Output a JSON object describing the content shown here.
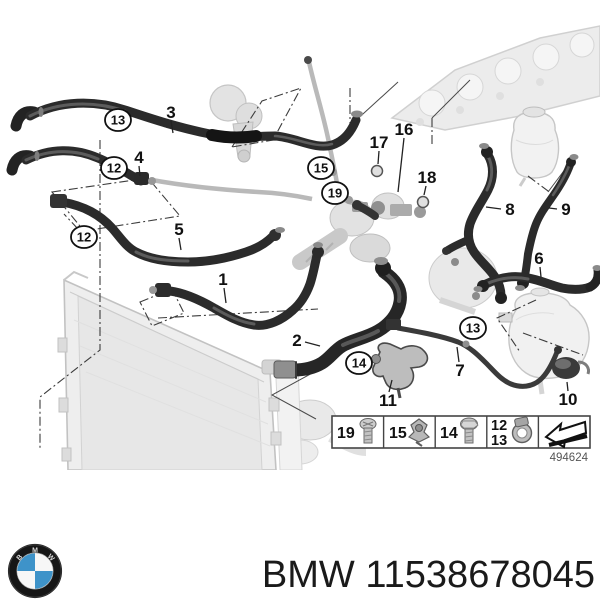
{
  "page": {
    "background": "#ffffff"
  },
  "diagram": {
    "type": "parts-exploded-diagram",
    "subject": "cooling system hoses",
    "drawing_number": "494624",
    "callouts": {
      "plain": [
        {
          "n": "3"
        },
        {
          "n": "4"
        },
        {
          "n": "5"
        },
        {
          "n": "1"
        },
        {
          "n": "2"
        },
        {
          "n": "16"
        },
        {
          "n": "17"
        },
        {
          "n": "18"
        },
        {
          "n": "8"
        },
        {
          "n": "9"
        },
        {
          "n": "6"
        },
        {
          "n": "7"
        },
        {
          "n": "11"
        },
        {
          "n": "10"
        }
      ],
      "circled": [
        {
          "n": "13"
        },
        {
          "n": "12"
        },
        {
          "n": "12"
        },
        {
          "n": "15"
        },
        {
          "n": "19"
        },
        {
          "n": "14"
        },
        {
          "n": "13"
        }
      ]
    },
    "legend": {
      "cells": [
        {
          "labels": [
            "19"
          ],
          "icon": "pan-head-screw-icon"
        },
        {
          "labels": [
            "15"
          ],
          "icon": "expander-clip-icon"
        },
        {
          "labels": [
            "14"
          ],
          "icon": "flange-screw-icon"
        },
        {
          "labels": [
            "12",
            "13"
          ],
          "icon": "hose-clamp-icon"
        },
        {
          "labels": [],
          "icon": "direction-arrow-icon"
        }
      ]
    },
    "ghost_parts": [
      "radiator",
      "cylinder-head",
      "turbocharger",
      "thermostat-housing",
      "expansion-tank-upper",
      "expansion-tank-lower",
      "coolant-pump",
      "holder-bracket"
    ]
  },
  "footer": {
    "logo": "bmw-roundel",
    "brand": "BMW",
    "part_number": "11538678045"
  },
  "colors": {
    "hose_dark": "#2b2b2b",
    "ghost_gray": "#e6e6e6",
    "line_gray": "#3c3c3c",
    "bmw_blue": "#3e93c9",
    "text": "#111111",
    "background": "#ffffff"
  }
}
